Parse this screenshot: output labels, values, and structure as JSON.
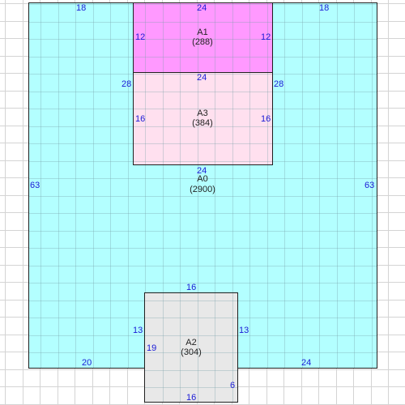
{
  "colors": {
    "A0": "#b3ffff",
    "A1": "#ff99ff",
    "A2": "#e8e8e8",
    "A3": "#ffe0ef",
    "dimension_text": "#1a1ad6",
    "label_text": "#222222"
  },
  "regions": [
    {
      "id": "A0",
      "name": "A0",
      "area": "(2900)",
      "dims": {
        "top_left": "18",
        "top_right": "18",
        "left": "63",
        "right": "63",
        "bottom_left": "20",
        "bottom_right": "24",
        "inner_top": "24"
      }
    },
    {
      "id": "A1",
      "name": "A1",
      "area": "(288)",
      "dims": {
        "top": "24",
        "left": "12",
        "right": "12"
      }
    },
    {
      "id": "A3",
      "name": "A3",
      "area": "(384)",
      "dims": {
        "top": "24",
        "left": "16",
        "right": "16",
        "outer_left": "28",
        "outer_right": "28"
      }
    },
    {
      "id": "A2",
      "name": "A2",
      "area": "(304)",
      "dims": {
        "top": "16",
        "left": "13",
        "right": "13",
        "inner_left": "19",
        "inner_right": "6",
        "bottom": "16"
      }
    }
  ]
}
